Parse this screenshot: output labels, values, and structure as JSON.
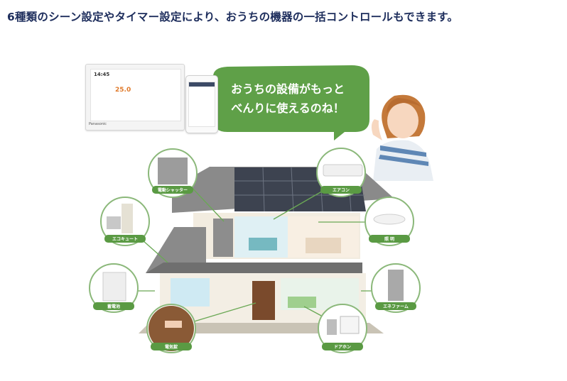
{
  "headline": "6種類のシーン設定やタイマー設定により、おうちの機器の一括コントロールもできます。",
  "bubble": {
    "line1": "おうちの設備がもっと",
    "line2": "べんりに使えるのね！"
  },
  "panel": {
    "time": "14:45",
    "temperature": "25.0",
    "brand": "Panasonic"
  },
  "callouts": [
    {
      "id": "shutter",
      "label": "電動シャッター"
    },
    {
      "id": "aircon",
      "label": "エアコン"
    },
    {
      "id": "ecocute",
      "label": "エコキュート"
    },
    {
      "id": "lighting",
      "label": "照 明"
    },
    {
      "id": "battery",
      "label": "蓄電池"
    },
    {
      "id": "enefarm",
      "label": "エネファーム"
    },
    {
      "id": "lock",
      "label": "電気錠"
    },
    {
      "id": "doorphone",
      "label": "ドアホン"
    }
  ],
  "colors": {
    "accent_green": "#5a9a43",
    "headline_navy": "#1d2d5c",
    "ring_border": "#8bb87a"
  }
}
